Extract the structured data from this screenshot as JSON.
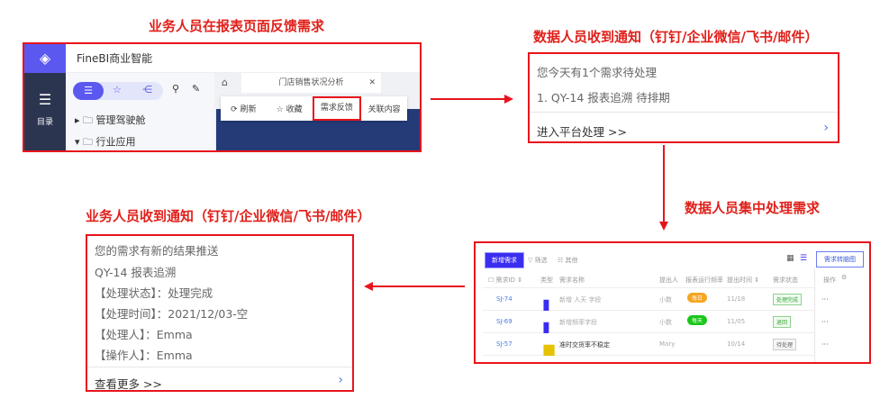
{
  "titles": {
    "step1": "业务人员在报表页面反馈需求",
    "step2": "数据人员收到通知（钉钉/企业微信/飞书/邮件）",
    "step3": "数据人员集中处理需求",
    "step4": "业务人员收到通知（钉钉/企业微信/飞书/邮件）"
  },
  "app": {
    "name": "FineBI商业智能",
    "side_label": "目录",
    "tree": [
      "管理驾驶舱",
      "行业应用"
    ],
    "tab": "门店销售状况分析",
    "toolbar": [
      "刷新",
      "收藏",
      "需求反馈",
      "关联内容"
    ]
  },
  "notice_data": {
    "lines": [
      "您今天有1个需求待处理",
      "1. QY-14 报表追溯 待排期"
    ],
    "action": "进入平台处理 >>"
  },
  "notice_biz": {
    "lines": [
      "您的需求有新的结果推送",
      "QY-14 报表追溯",
      "【处理状态】：处理完成",
      "【处理时间】：2021/12/03-空",
      "【处理人】：Emma",
      "【操作人】：Emma"
    ],
    "action": "查看更多 >>"
  },
  "platform": {
    "new_button": "新增需求",
    "filter": "筛选",
    "other": "其他",
    "chart_button": "需求转脑图",
    "columns": [
      "需求ID",
      "类型",
      "需求名称",
      "提出人",
      "报表运行频率",
      "提出时间",
      "需求状态",
      "操作"
    ],
    "rows": [
      {
        "id": "SJ-74",
        "name": "新增 人天 字段",
        "by": "小数",
        "freq": "每日",
        "freq_color": "#f5a623",
        "date": "11/18",
        "status": "处理完成"
      },
      {
        "id": "SJ-69",
        "name": "新增频率字段",
        "by": "小数",
        "freq": "每天",
        "freq_color": "#19c719",
        "date": "11/05",
        "status": "退回"
      },
      {
        "id": "SJ-57",
        "name": "准时交货率不稳定",
        "by": "Mary",
        "freq": "",
        "freq_color": "",
        "date": "10/14",
        "status": "待处理"
      }
    ]
  }
}
